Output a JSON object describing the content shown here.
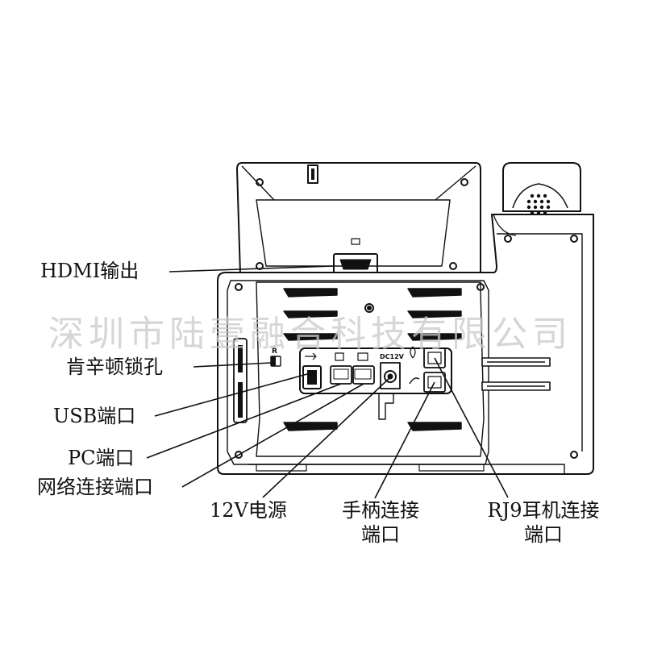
{
  "labels": {
    "hdmi": "HDMI输出",
    "lock": "肯辛顿锁孔",
    "usb": "USB端口",
    "pc": "PC端口",
    "net": "网络连接端口",
    "power": "12V电源",
    "handset_l1": "手柄连接",
    "handset_l2": "端口",
    "rj9_l1": "RJ9耳机连接",
    "rj9_l2": "端口"
  },
  "port_marks": {
    "dc": "DC12V",
    "lock_symbol": "R"
  },
  "watermark": "深圳市陆壹融合科技有限公司",
  "colors": {
    "line": "#111111",
    "fill_dark": "#1a1a1a",
    "watermark": "#c9c9c9"
  }
}
